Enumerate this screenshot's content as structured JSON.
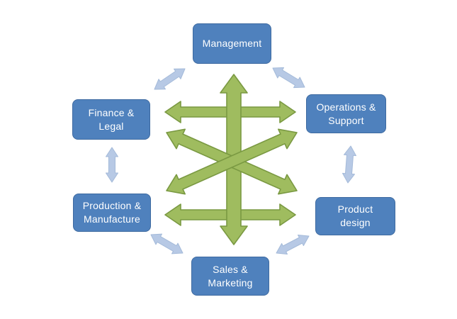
{
  "colors": {
    "background": "#ffffff",
    "node_fill": "#4f81bd",
    "node_border": "#3e6aa0",
    "node_text": "#ffffff",
    "green_arrow_fill": "#9fbc5f",
    "green_arrow_border": "#7a9942",
    "blue_arrow_fill": "#b7c9e5",
    "blue_arrow_border": "#a4bad9"
  },
  "nodes": {
    "management": {
      "label": "Management"
    },
    "operations_support": {
      "label": "Operations &\nSupport"
    },
    "product_design": {
      "label": "Product\ndesign"
    },
    "sales_marketing": {
      "label": "Sales &\nMarketing"
    },
    "production_manufacture": {
      "label": "Production &\nManufacture"
    },
    "finance_legal": {
      "label": "Finance &\nLegal"
    }
  },
  "arrows": {
    "green": [
      {
        "id": "green-arrow-management-sales",
        "from": "Management",
        "to": "Sales & Marketing",
        "direction": "bidirectional"
      },
      {
        "id": "green-arrow-finance-operations",
        "from": "Finance & Legal",
        "to": "Operations & Support",
        "direction": "bidirectional"
      },
      {
        "id": "green-arrow-production-product",
        "from": "Production & Manufacture",
        "to": "Product design",
        "direction": "bidirectional"
      },
      {
        "id": "green-arrow-finance-product",
        "from": "Finance & Legal",
        "to": "Product design",
        "direction": "bidirectional"
      },
      {
        "id": "green-arrow-operations-production",
        "from": "Operations & Support",
        "to": "Production & Manufacture",
        "direction": "bidirectional"
      }
    ],
    "blue": [
      {
        "id": "blue-arrow-management-finance",
        "from": "Management",
        "to": "Finance & Legal",
        "direction": "bidirectional"
      },
      {
        "id": "blue-arrow-management-operations",
        "from": "Management",
        "to": "Operations & Support",
        "direction": "bidirectional"
      },
      {
        "id": "blue-arrow-operations-product",
        "from": "Operations & Support",
        "to": "Product design",
        "direction": "bidirectional"
      },
      {
        "id": "blue-arrow-product-sales",
        "from": "Product design",
        "to": "Sales & Marketing",
        "direction": "bidirectional"
      },
      {
        "id": "blue-arrow-sales-production",
        "from": "Sales & Marketing",
        "to": "Production & Manufacture",
        "direction": "bidirectional"
      },
      {
        "id": "blue-arrow-production-finance",
        "from": "Production & Manufacture",
        "to": "Finance & Legal",
        "direction": "bidirectional"
      }
    ]
  }
}
